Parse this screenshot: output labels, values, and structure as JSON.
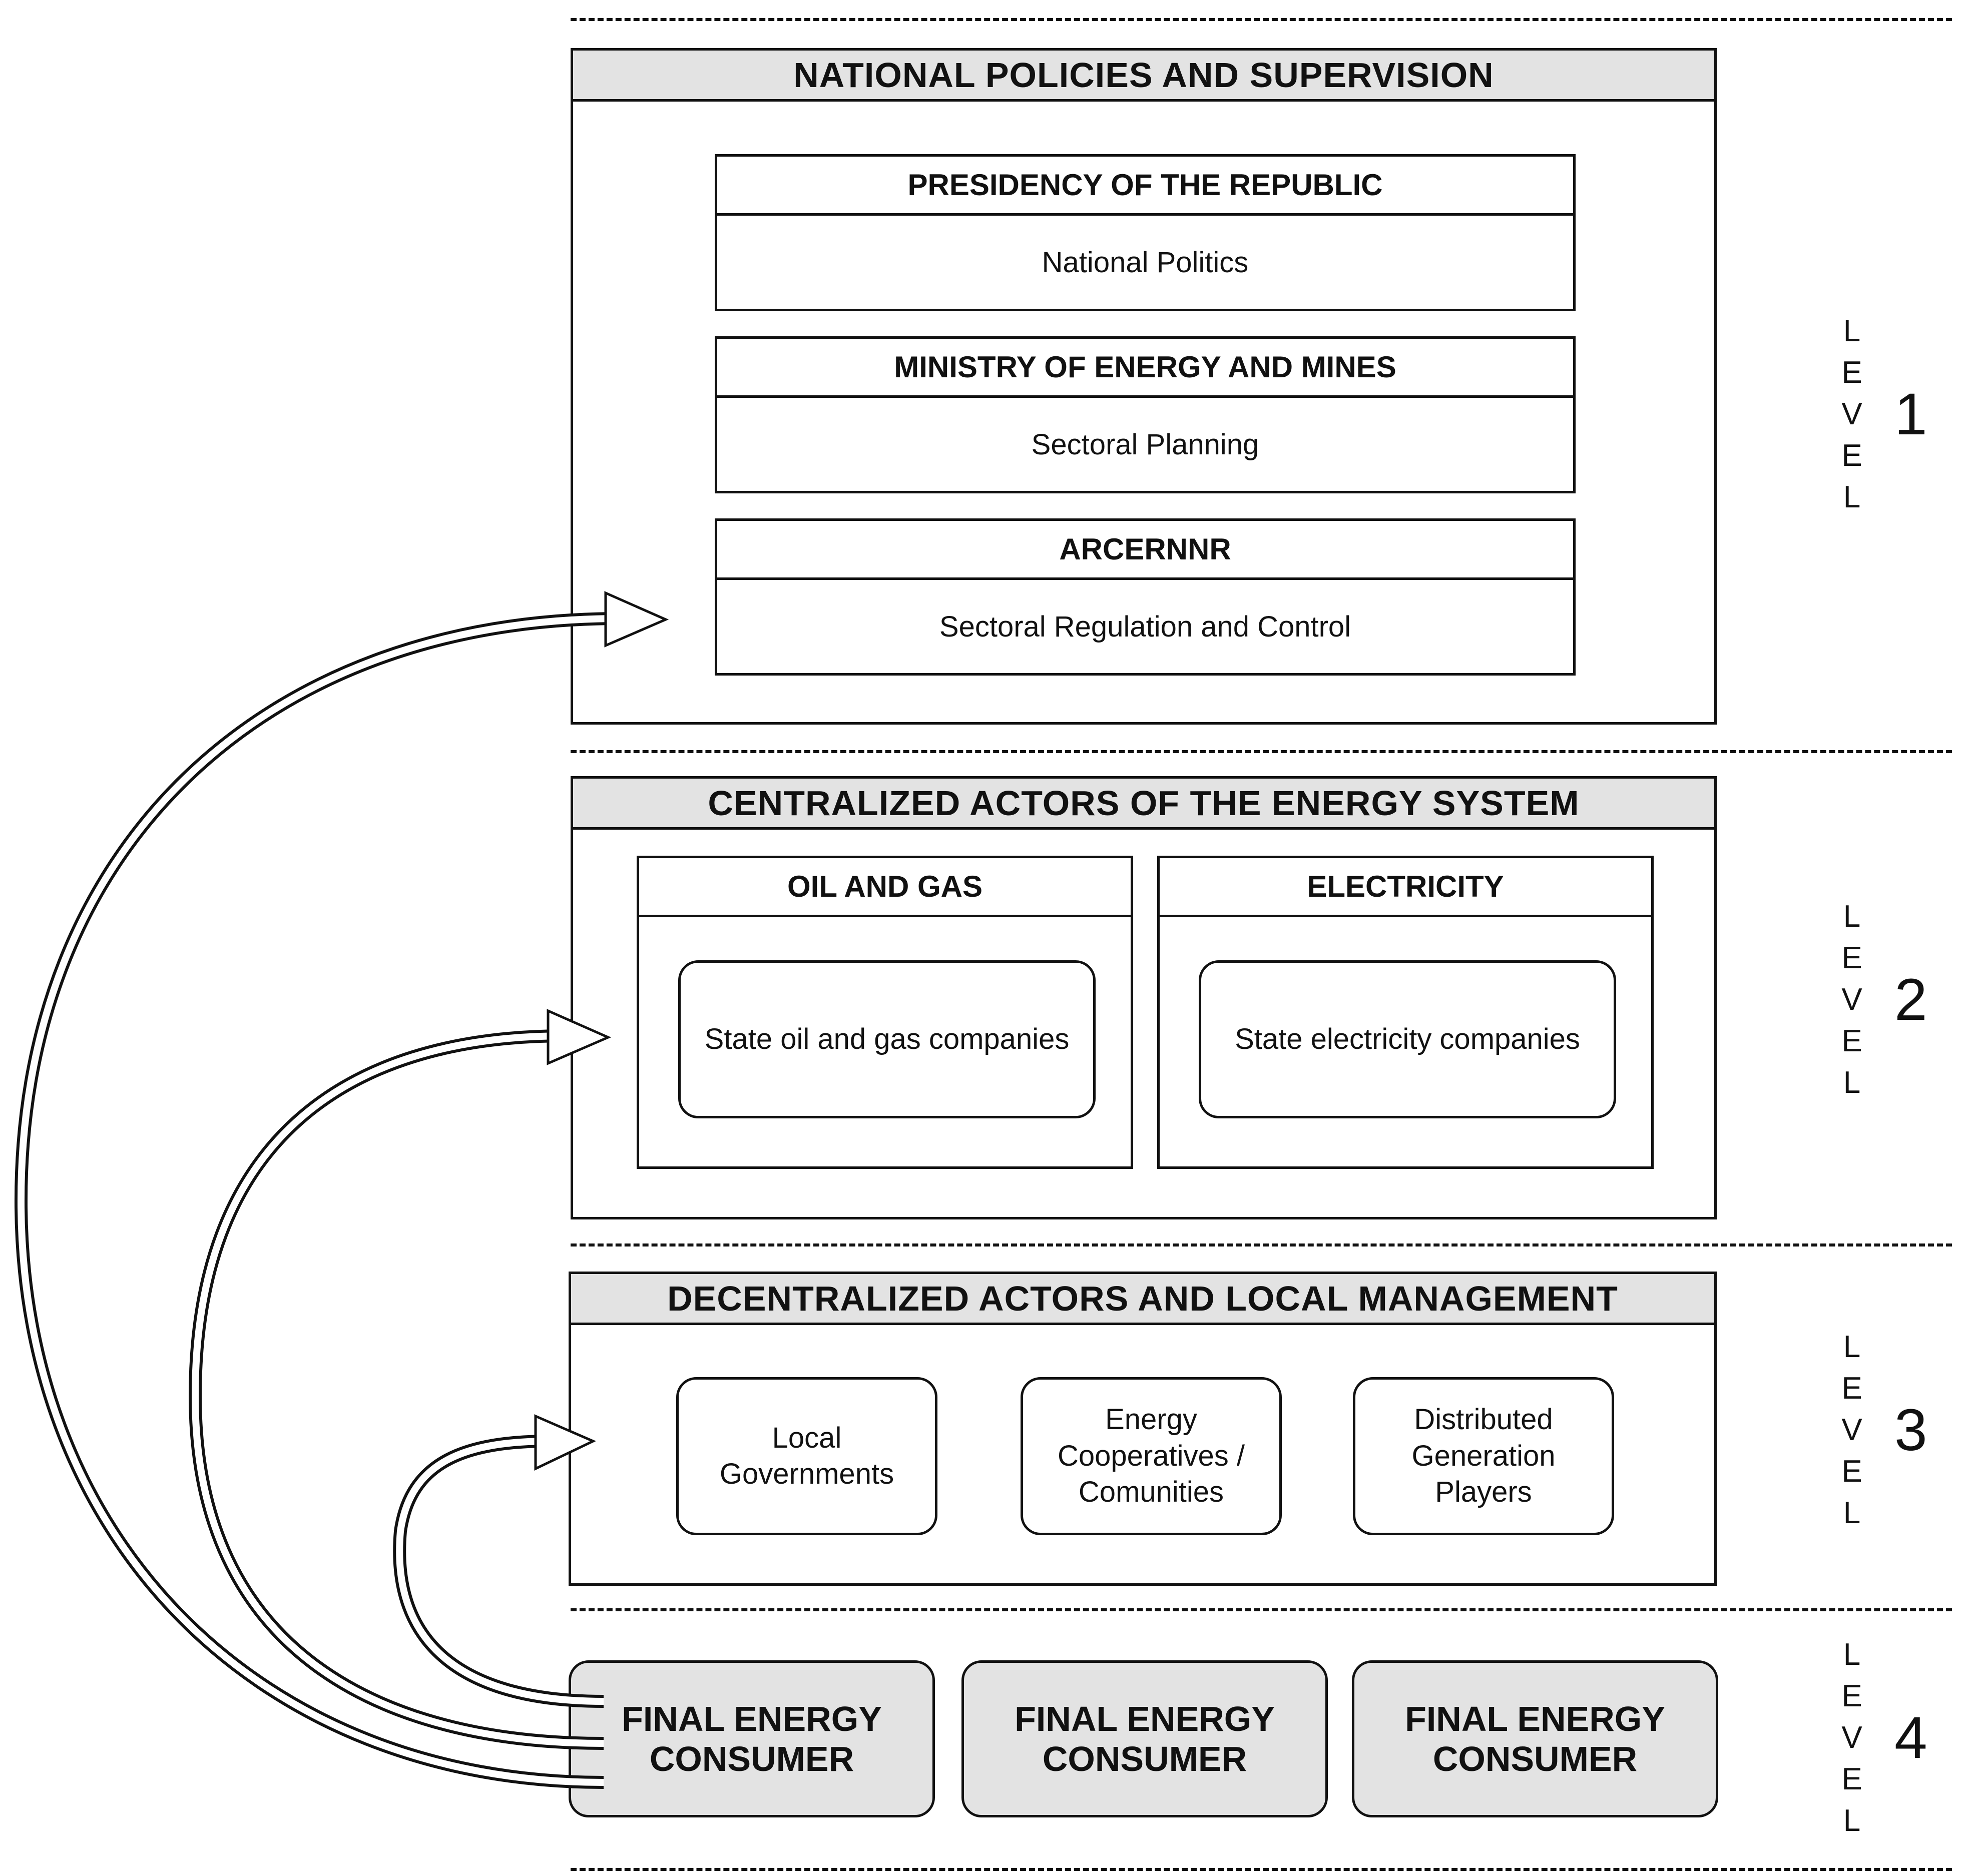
{
  "level1": {
    "title": "NATIONAL POLICIES AND SUPERVISION",
    "presidency": {
      "title": "PRESIDENCY OF THE REPUBLIC",
      "body": "National Politics"
    },
    "ministry": {
      "title": "MINISTRY OF ENERGY AND MINES",
      "body": "Sectoral Planning"
    },
    "arcernnr": {
      "title": "ARCERNNR",
      "body": "Sectoral Regulation and Control"
    }
  },
  "level2": {
    "title": "CENTRALIZED ACTORS OF THE ENERGY SYSTEM",
    "oil_gas": {
      "title": "OIL AND GAS",
      "body": "State oil and gas companies"
    },
    "electricity": {
      "title": "ELECTRICITY",
      "body": "State electricity companies"
    }
  },
  "level3": {
    "title": "DECENTRALIZED ACTORS AND LOCAL MANAGEMENT",
    "local_governments": "Local\nGovernments",
    "cooperatives": "Energy\nCooperatives /\nComunities",
    "distributed_generation": "Distributed\nGeneration\nPlayers"
  },
  "level4": {
    "consumers": [
      "FINAL ENERGY\nCONSUMER",
      "FINAL ENERGY\nCONSUMER",
      "FINAL ENERGY\nCONSUMER"
    ]
  },
  "level_labels": {
    "word_letters": [
      "L",
      "E",
      "V",
      "E",
      "L"
    ],
    "numbers": [
      "1",
      "2",
      "3",
      "4"
    ]
  }
}
